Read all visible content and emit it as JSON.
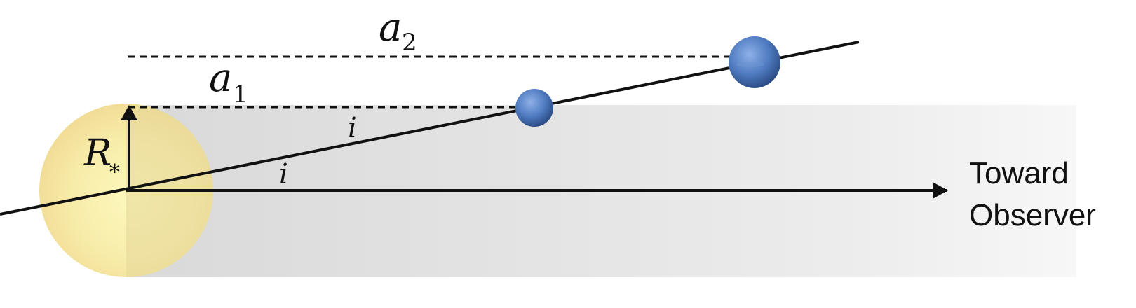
{
  "labels": {
    "a2": {
      "main": "a",
      "sub": "2"
    },
    "a1": {
      "main": "a",
      "sub": "1"
    },
    "r_star": {
      "main": "R",
      "sub": "*"
    },
    "incl_upper": "i",
    "incl_lower": "i",
    "observer_line1": "Toward",
    "observer_line2": "Observer"
  },
  "colors": {
    "star_fill": "#f8eb9e",
    "star_edge": "#ecd07e",
    "shadow": "#d9d9d9",
    "planet": "#4f7bc0",
    "line": "#111111"
  }
}
